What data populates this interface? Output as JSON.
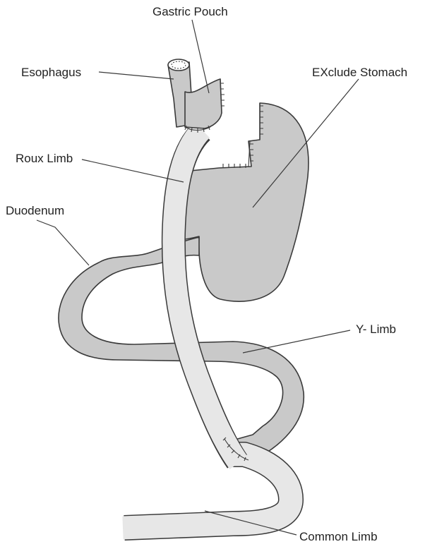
{
  "labels": {
    "gastric_pouch": "Gastric Pouch",
    "esophagus": "Esophagus",
    "excluded_stomach": "EXclude Stomach",
    "roux_limb": "Roux Limb",
    "duodenum": "Duodenum",
    "y_limb": "Y- Limb",
    "common_limb": "Common Limb"
  },
  "colors": {
    "tissue_fill": "#c9c9c9",
    "roux_limb_fill": "#e7e7e7",
    "outline": "#3a3a3a",
    "text": "#222222",
    "background": "#ffffff"
  }
}
